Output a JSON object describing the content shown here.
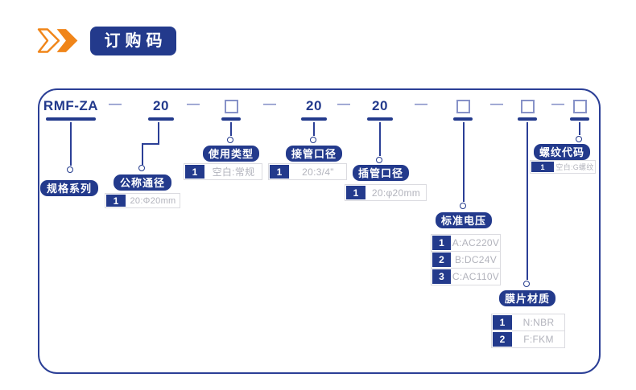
{
  "header": {
    "badge": "订购码"
  },
  "colors": {
    "navy": "#233A8C",
    "orange": "#F08519",
    "slate_blue": "#8792C8",
    "table_text_gray": "#B2B3BC",
    "table_border_gray": "#DBDBE0"
  },
  "code_row": {
    "separator": "—",
    "segments": [
      {
        "type": "text",
        "text": "RMF-ZA"
      },
      {
        "type": "text",
        "text": "20"
      },
      {
        "type": "box"
      },
      {
        "type": "text",
        "text": "20"
      },
      {
        "type": "text",
        "text": "20"
      },
      {
        "type": "box"
      },
      {
        "type": "box"
      },
      {
        "type": "box"
      }
    ]
  },
  "groups": [
    {
      "label": "规格系列",
      "rows": []
    },
    {
      "label": "公称通径",
      "rows": [
        {
          "code": "1",
          "value": "20:Φ20mm"
        }
      ]
    },
    {
      "label": "使用类型",
      "rows": [
        {
          "code": "1",
          "value": "空白:常规"
        }
      ]
    },
    {
      "label": "接管口径",
      "rows": [
        {
          "code": "1",
          "value": "20:3/4\""
        }
      ]
    },
    {
      "label": "插管口径",
      "rows": [
        {
          "code": "1",
          "value": "20:φ20mm"
        }
      ]
    },
    {
      "label": "标准电压",
      "rows": [
        {
          "code": "1",
          "value": "A:AC220V"
        },
        {
          "code": "2",
          "value": "B:DC24V"
        },
        {
          "code": "3",
          "value": "C:AC110V"
        }
      ]
    },
    {
      "label": "膜片材质",
      "rows": [
        {
          "code": "1",
          "value": "N:NBR"
        },
        {
          "code": "2",
          "value": "F:FKM"
        }
      ]
    },
    {
      "label": "螺纹代码",
      "rows": [
        {
          "code": "1",
          "value": "空白:G螺纹"
        }
      ]
    }
  ]
}
